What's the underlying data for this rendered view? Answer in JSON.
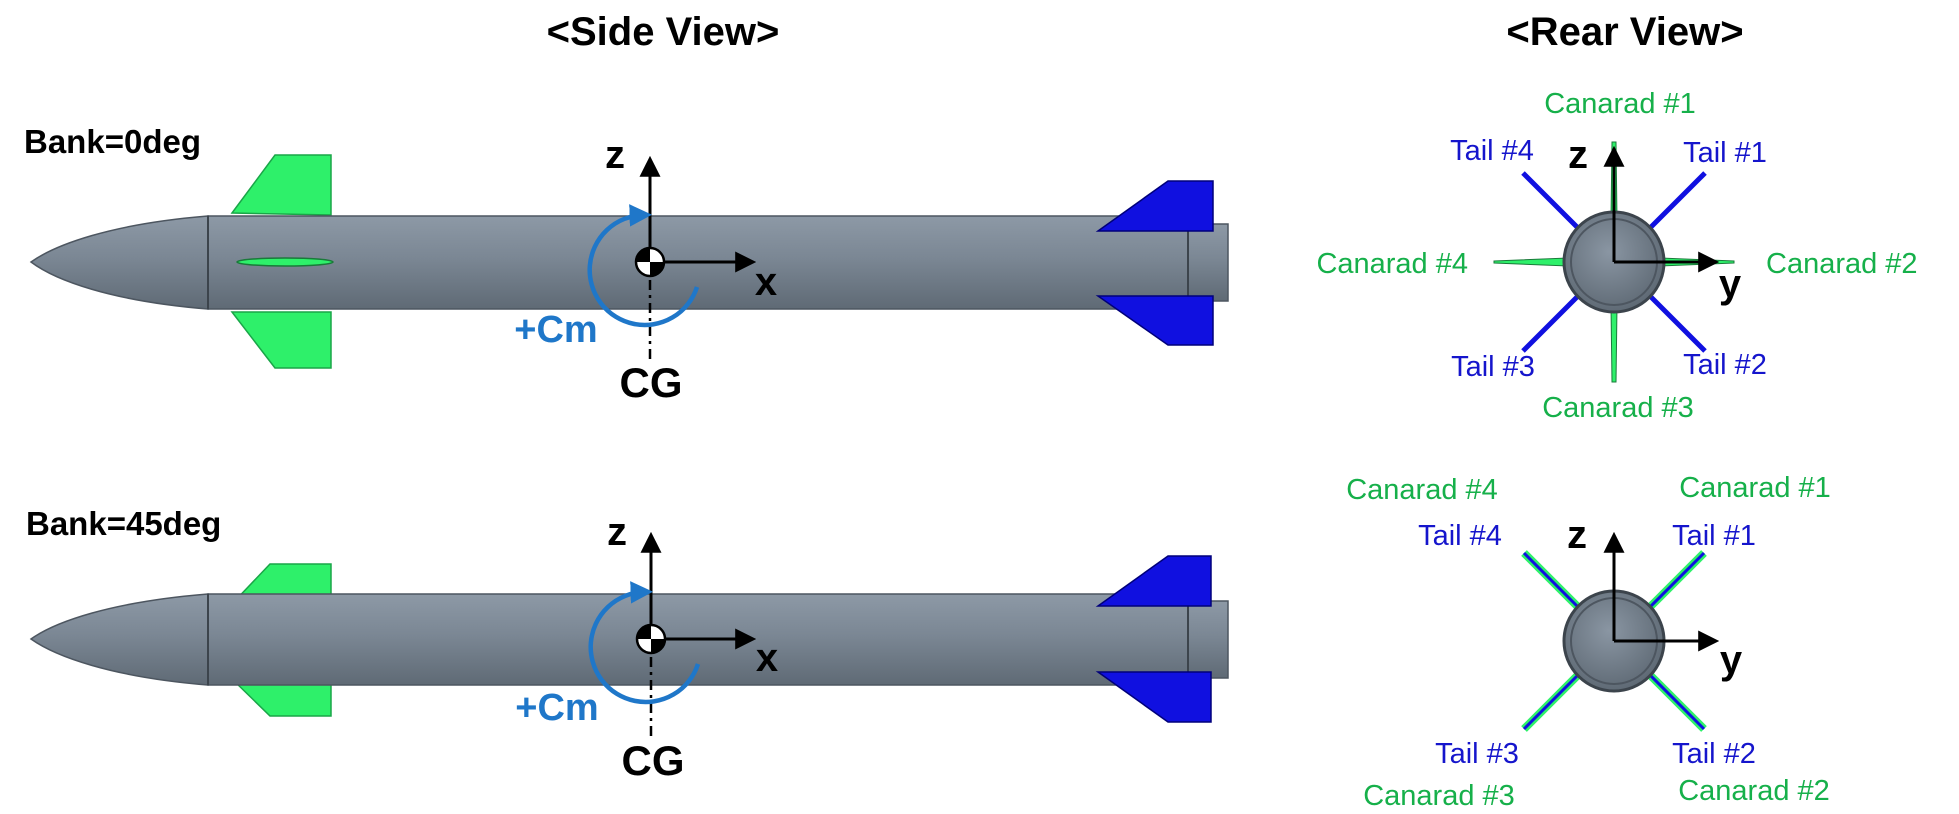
{
  "titles": {
    "side": "<Side View>",
    "rear": "<Rear View>"
  },
  "colors": {
    "body": "#7b8794",
    "body_dark": "#5f6a75",
    "canard": "#2ef06a",
    "tail": "#1010e0",
    "canard_label": "#16b04a",
    "tail_label": "#1515cc",
    "moment": "#1f77c9",
    "axis": "#000000"
  },
  "rows": [
    {
      "bank_label": "Bank=0deg",
      "axes": {
        "z": "z",
        "x": "x",
        "cg": "CG",
        "moment": "+Cm"
      },
      "rear": {
        "axes": {
          "z": "z",
          "y": "y"
        },
        "canard_labels": [
          "Canarad #1",
          "Canarad #2",
          "Canarad #3",
          "Canarad #4"
        ],
        "tail_labels": [
          "Tail #1",
          "Tail #2",
          "Tail #3",
          "Tail #4"
        ]
      }
    },
    {
      "bank_label": "Bank=45deg",
      "axes": {
        "z": "z",
        "x": "x",
        "cg": "CG",
        "moment": "+Cm"
      },
      "rear": {
        "axes": {
          "z": "z",
          "y": "y"
        },
        "canard_labels": [
          "Canarad #1",
          "Canarad #2",
          "Canarad #3",
          "Canarad #4"
        ],
        "tail_labels": [
          "Tail #1",
          "Tail #2",
          "Tail #3",
          "Tail #4"
        ]
      }
    }
  ]
}
